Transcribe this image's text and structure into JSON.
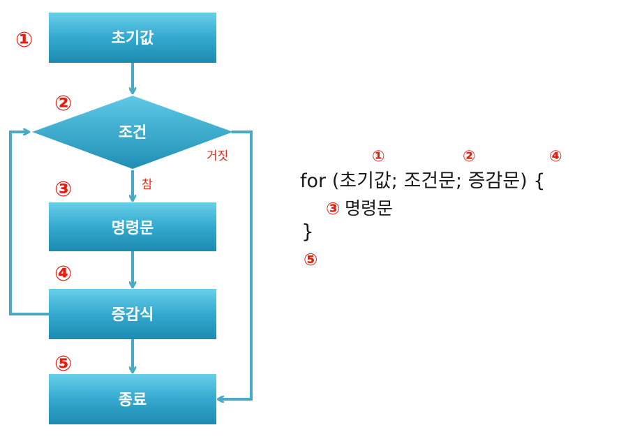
{
  "flowchart": {
    "init_label": "초기값",
    "cond_label": "조건",
    "stmt_label": "명령문",
    "incr_label": "증감식",
    "end_label": "종료",
    "true_label": "참",
    "false_label": "거짓",
    "step_markers": [
      "①",
      "②",
      "③",
      "④",
      "⑤"
    ]
  },
  "code": {
    "line1": "for (초기값; 조건문; 증감문) {",
    "line2": "명령문",
    "line3": "}",
    "markers": {
      "init": "①",
      "cond": "②",
      "incr": "④",
      "stmt": "③",
      "end": "⑤"
    }
  },
  "colors": {
    "box_top": "#5ec8e6",
    "box_bottom": "#1d8bb0",
    "arrow": "#4aaac6",
    "marker": "#e02010"
  }
}
